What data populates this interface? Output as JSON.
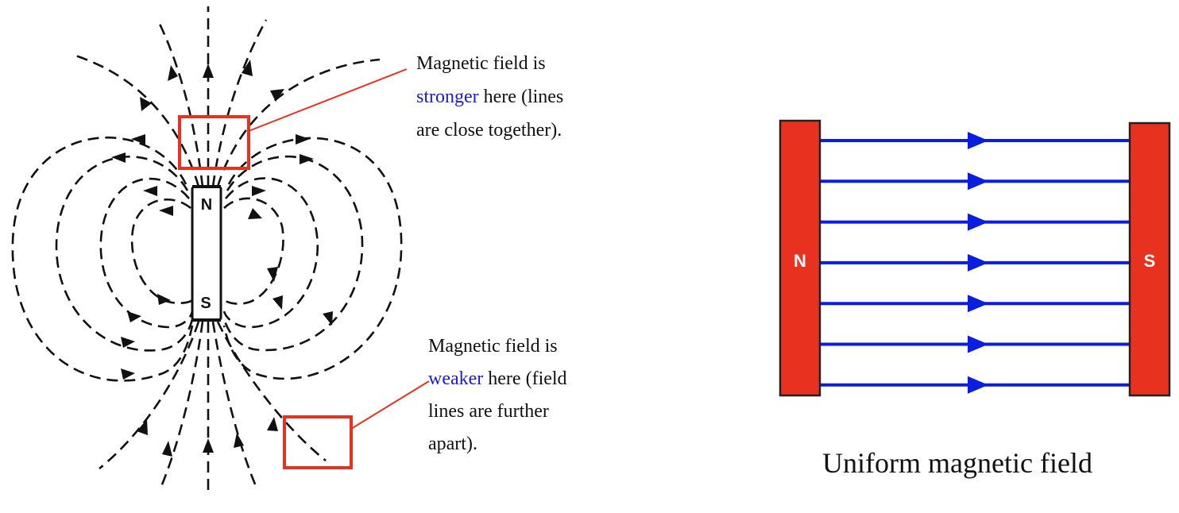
{
  "bar_magnet": {
    "north_label": "N",
    "south_label": "S"
  },
  "annotations": {
    "strong": {
      "line1": "Magnetic field is",
      "highlight": "stronger",
      "line2_rest": " here (lines",
      "line3": "are close together)."
    },
    "weak": {
      "line1": "Magnetic field is",
      "highlight": "weaker",
      "line2_rest": " here (field",
      "line3": "lines are further",
      "line4": "apart)."
    }
  },
  "uniform_field": {
    "north_label": "N",
    "south_label": "S",
    "caption": "Uniform magnetic field",
    "line_count": 7
  },
  "colors": {
    "highlight_text": "#1a1adc",
    "callout": "#e8321f",
    "field_lines_uniform": "#0a1ee0",
    "magnet_blocks": "#e8321f"
  }
}
